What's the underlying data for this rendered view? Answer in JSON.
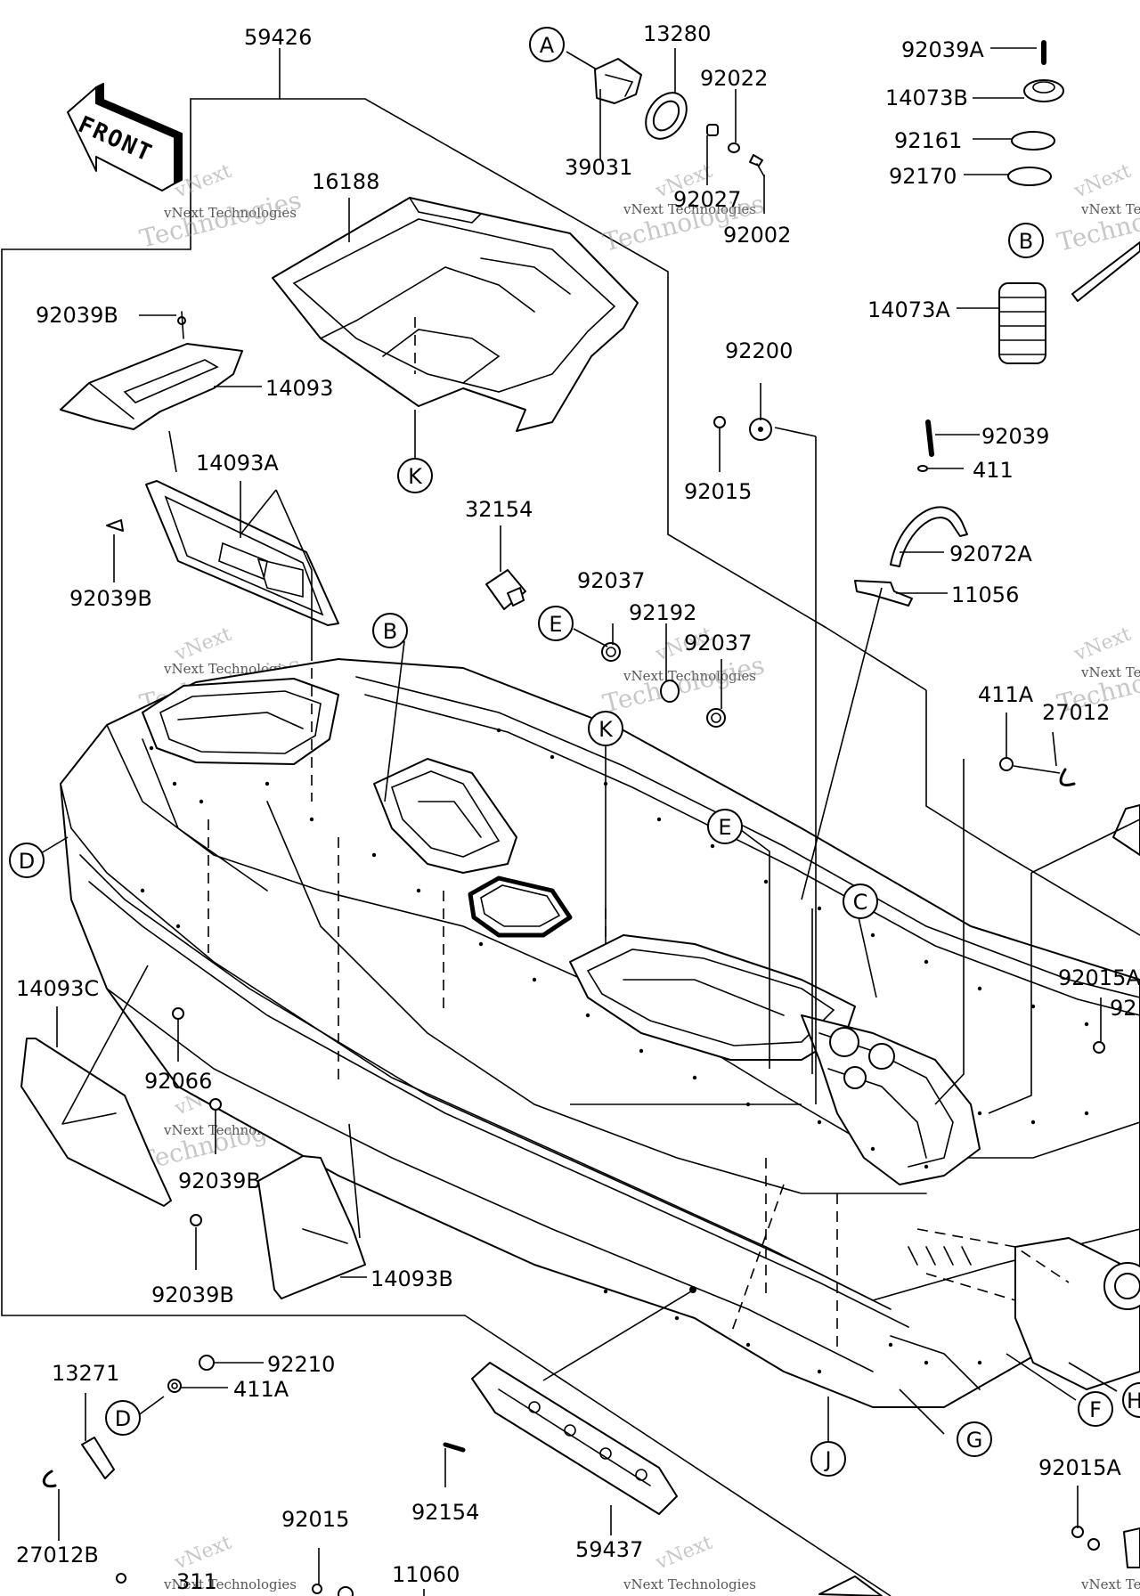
{
  "front_arrow": {
    "text": "FRONT"
  },
  "watermark": {
    "brand": "vNext Technologies",
    "word": "Technologies"
  },
  "labels": {
    "p59426": "59426",
    "p13280": "13280",
    "p92022": "92022",
    "p39031": "39031",
    "p92027": "92027",
    "p92002": "92002",
    "p16188": "16188",
    "p92039A": "92039A",
    "p14073B": "14073B",
    "p92161": "92161",
    "p92170": "92170",
    "p14073A": "14073A",
    "p92039B_top": "92039B",
    "p14093": "14093",
    "p14093A": "14093A",
    "p92039B_mid": "92039B",
    "p32154": "32154",
    "p92200": "92200",
    "p92015_a": "92015",
    "p92039": "92039",
    "p411": "411",
    "p92072A": "92072A",
    "p11056": "11056",
    "p92037_a": "92037",
    "p92192": "92192",
    "p92037_b": "92037",
    "p411A_right": "411A",
    "p27012": "27012",
    "p92015A_right": "92015A",
    "p92_partial": "92",
    "p14093C": "14093C",
    "p92066": "92066",
    "p92039B_low": "92039B",
    "p92039B_bottom": "92039B",
    "p14093B": "14093B",
    "p92210": "92210",
    "p13271": "13271",
    "p411A_left": "411A",
    "p27012B": "27012B",
    "p92154": "92154",
    "p59437": "59437",
    "p92015_b": "92015",
    "p11060": "11060",
    "p311": "311",
    "p92015A_low": "92015A"
  },
  "callouts": {
    "A": "A",
    "B_top": "B",
    "B_mid": "B",
    "K_top": "K",
    "K_mid": "K",
    "E_top": "E",
    "E_mid": "E",
    "C": "C",
    "D_left": "D",
    "D_low": "D",
    "J": "J",
    "G": "G",
    "F": "F",
    "H": "H"
  }
}
